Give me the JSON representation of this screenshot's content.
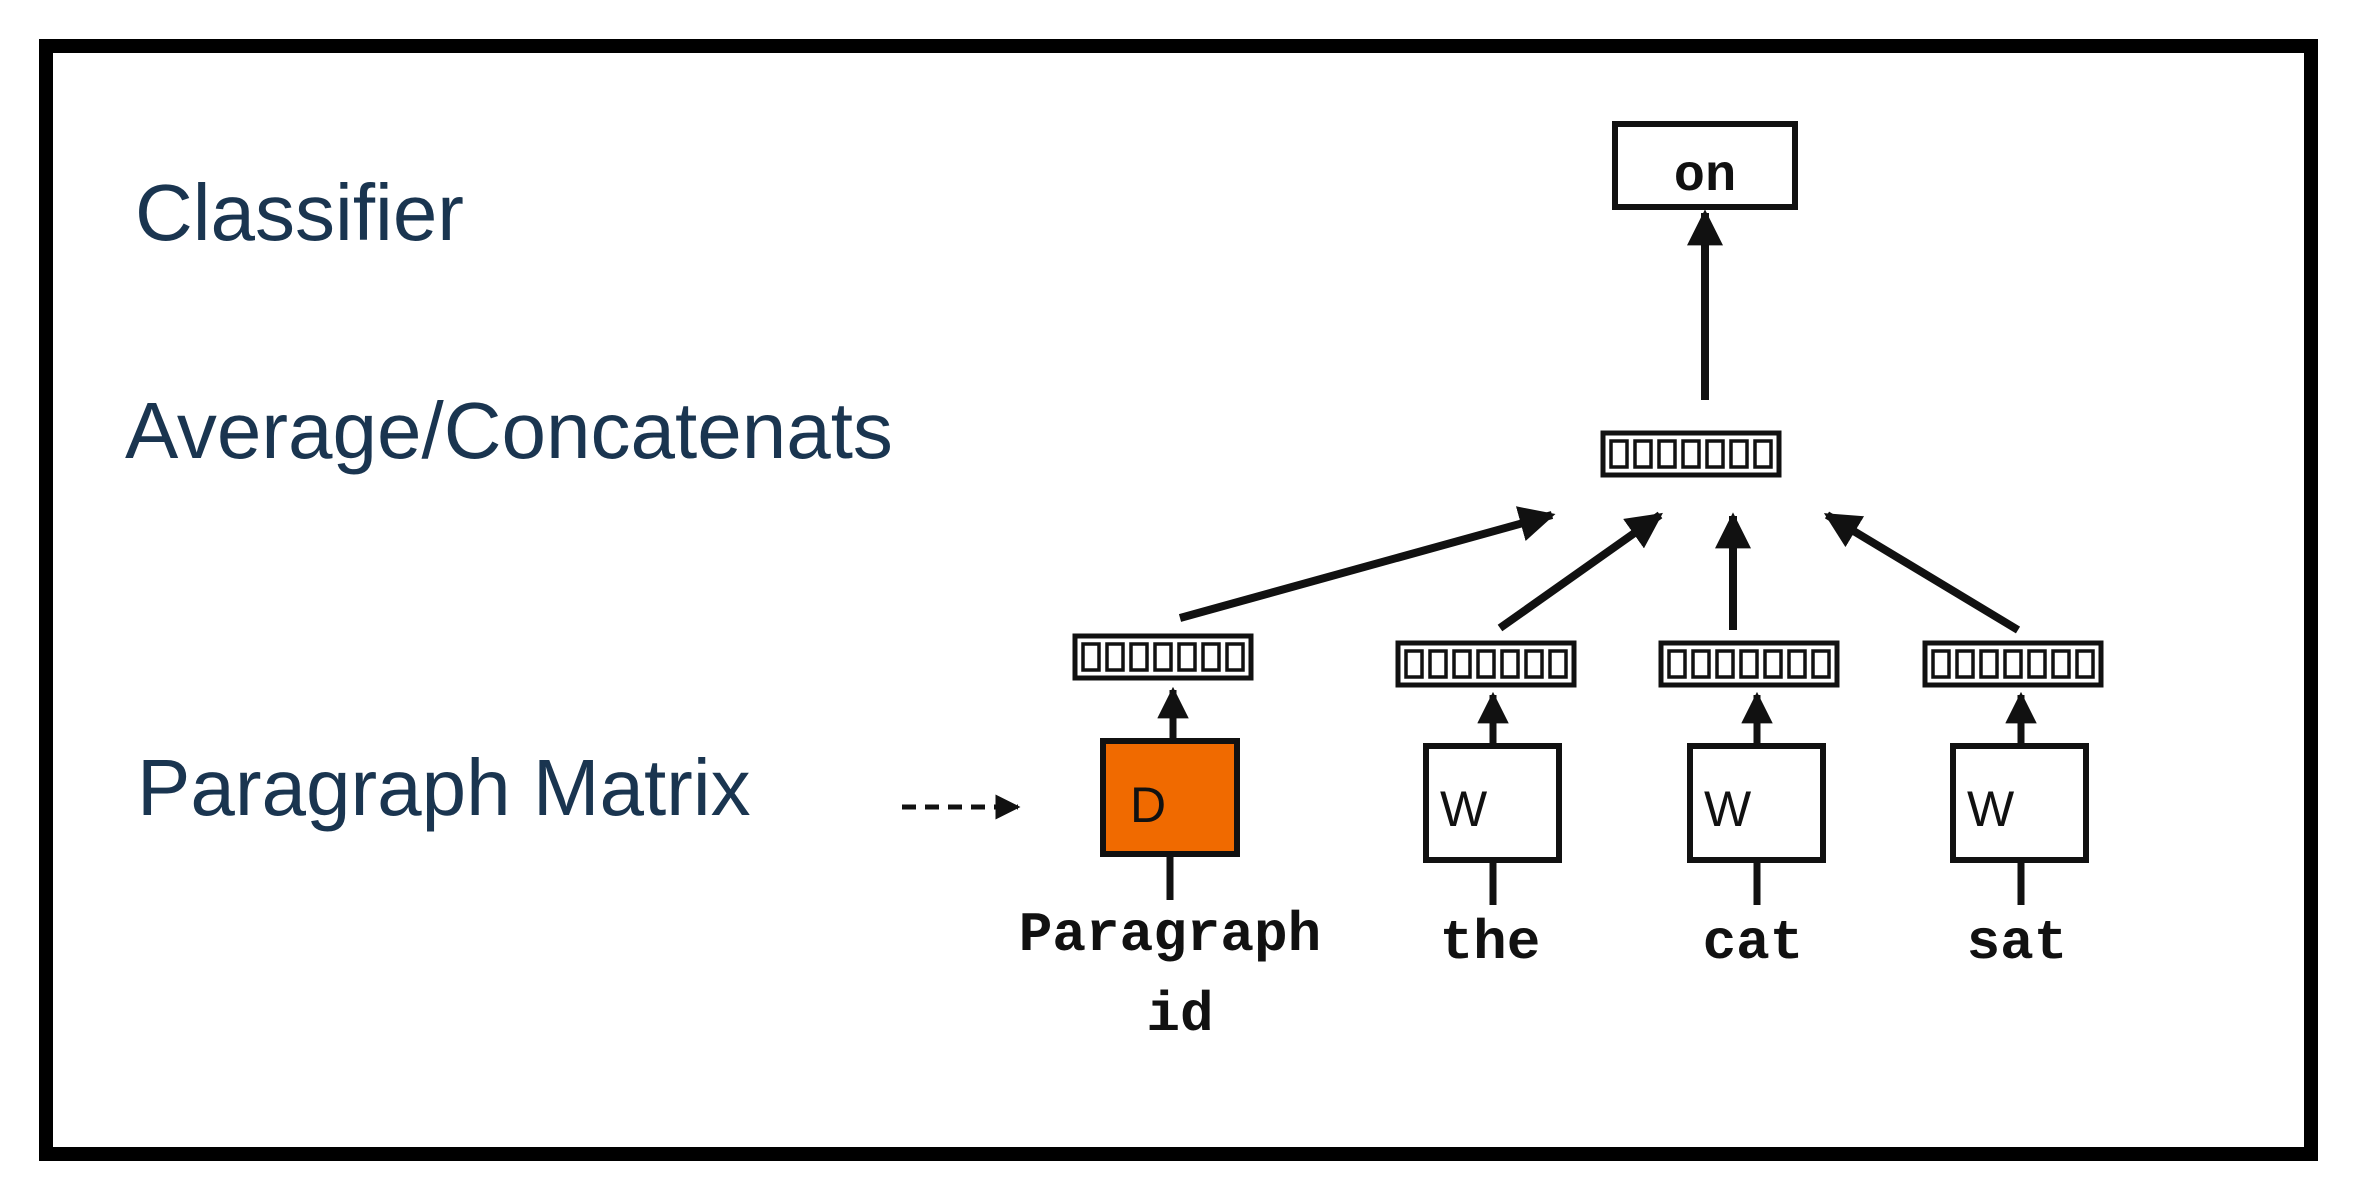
{
  "diagram": {
    "row_labels": {
      "classifier": "Classifier",
      "average": "Average/Concatenats",
      "paragraph_matrix": "Paragraph Matrix"
    },
    "output_word": "on",
    "paragraph_node": {
      "letter": "D",
      "label_line1": "Paragraph",
      "label_line2": "id",
      "fill_color": "#f06a00"
    },
    "word_nodes": [
      {
        "letter": "W",
        "label": "the"
      },
      {
        "letter": "W",
        "label": "cat"
      },
      {
        "letter": "W",
        "label": "sat"
      }
    ],
    "vector_cells": 7
  }
}
